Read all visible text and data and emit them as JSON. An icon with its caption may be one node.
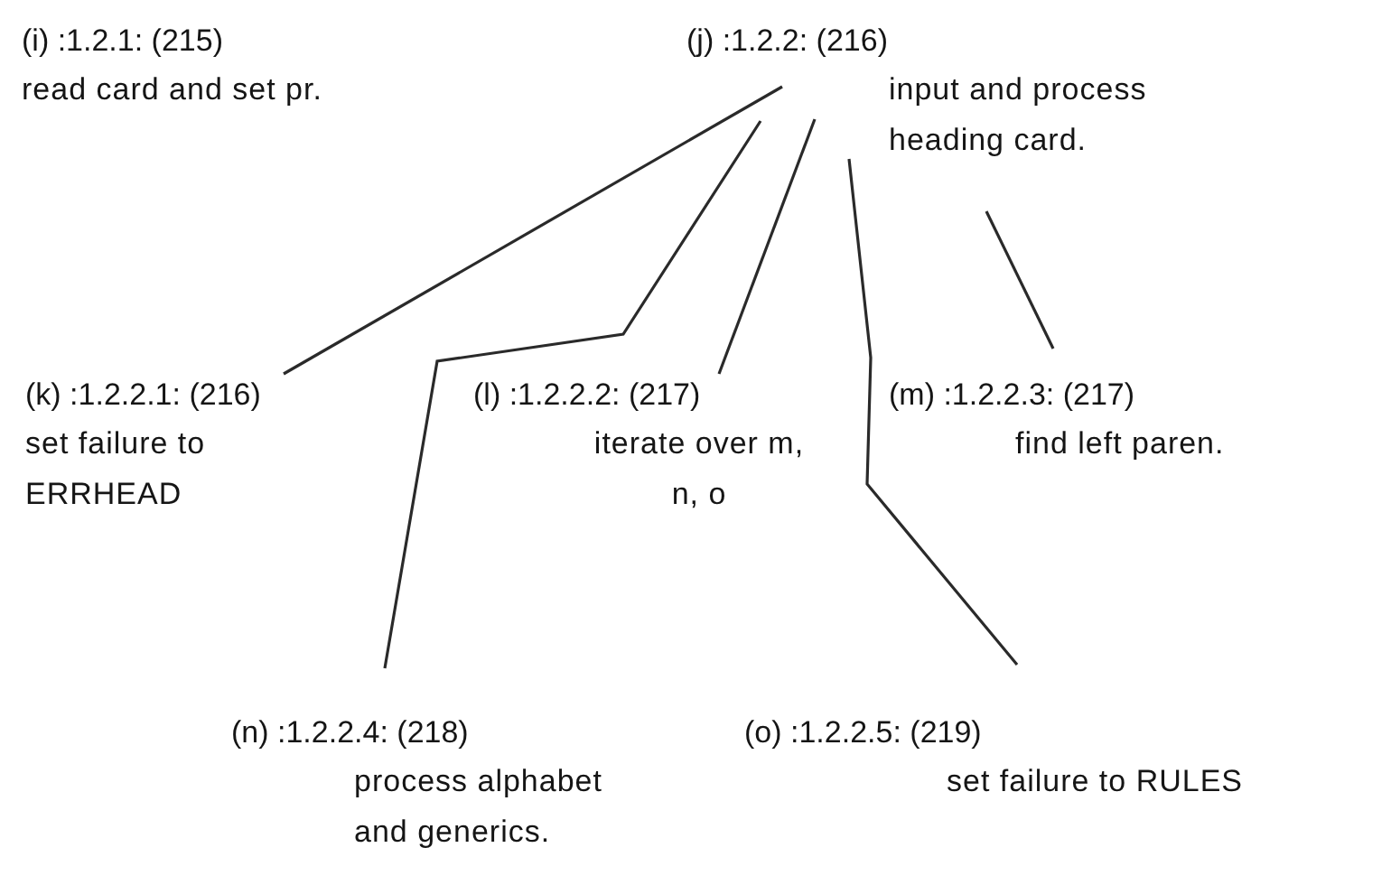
{
  "diagram": {
    "nodes": [
      {
        "text": [
          "(i) :1.2.1: (215)",
          "read card and set pr."
        ]
      },
      {
        "text": [
          "(j) :1.2.2: (216)",
          "input and process heading card."
        ]
      },
      {
        "text": [
          "(k) :1.2.2.1: (216)",
          "set failure to ERRHEAD"
        ]
      },
      {
        "text": [
          "(l) :1.2.2.2: (217)",
          "iterate over m, n, o"
        ]
      },
      {
        "text": [
          "(m) :1.2.2.3: (217)",
          "find left paren."
        ]
      },
      {
        "text": [
          "(n) :1.2.2.4: (218)",
          "process alphabet and generics."
        ]
      },
      {
        "text": [
          "(o) :1.2.2.5: (219)",
          "set failure to RULES"
        ]
      }
    ],
    "edges": [
      {
        "from": 1,
        "to": 2,
        "arrow": "none"
      },
      {
        "from": 1,
        "to": 5,
        "arrow": "none"
      },
      {
        "from": 1,
        "to": 3,
        "arrow": "none"
      },
      {
        "from": 1,
        "to": 6,
        "arrow": "none"
      },
      {
        "from": 1,
        "to": 4,
        "arrow": "none"
      }
    ]
  }
}
